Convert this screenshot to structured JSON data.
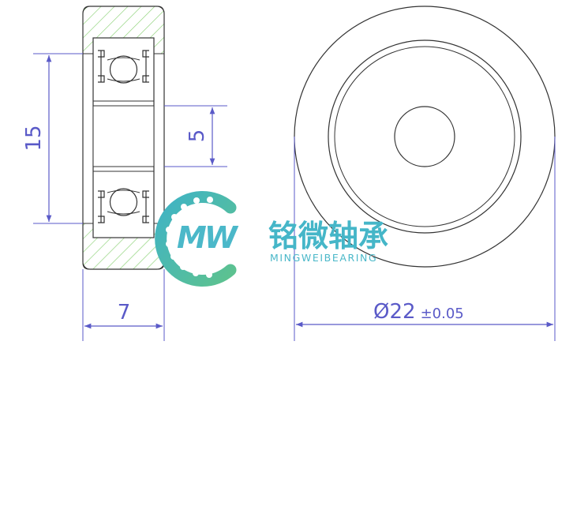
{
  "dimensions": {
    "outer_height": "15",
    "bore": "5",
    "width": "7",
    "outer_diameter_symbol": "Ø",
    "outer_diameter": "22",
    "tolerance": "±0.05"
  },
  "logo": {
    "mark": "MW",
    "brand_cn": "铭微轴承",
    "brand_en": "MINGWEIBEARING"
  },
  "colors": {
    "dimension": "#5a5ac8",
    "outline": "#333333",
    "hatch": "#8fd37a",
    "logo_teal": "#3fb3c6",
    "logo_green": "#5dc28f"
  }
}
